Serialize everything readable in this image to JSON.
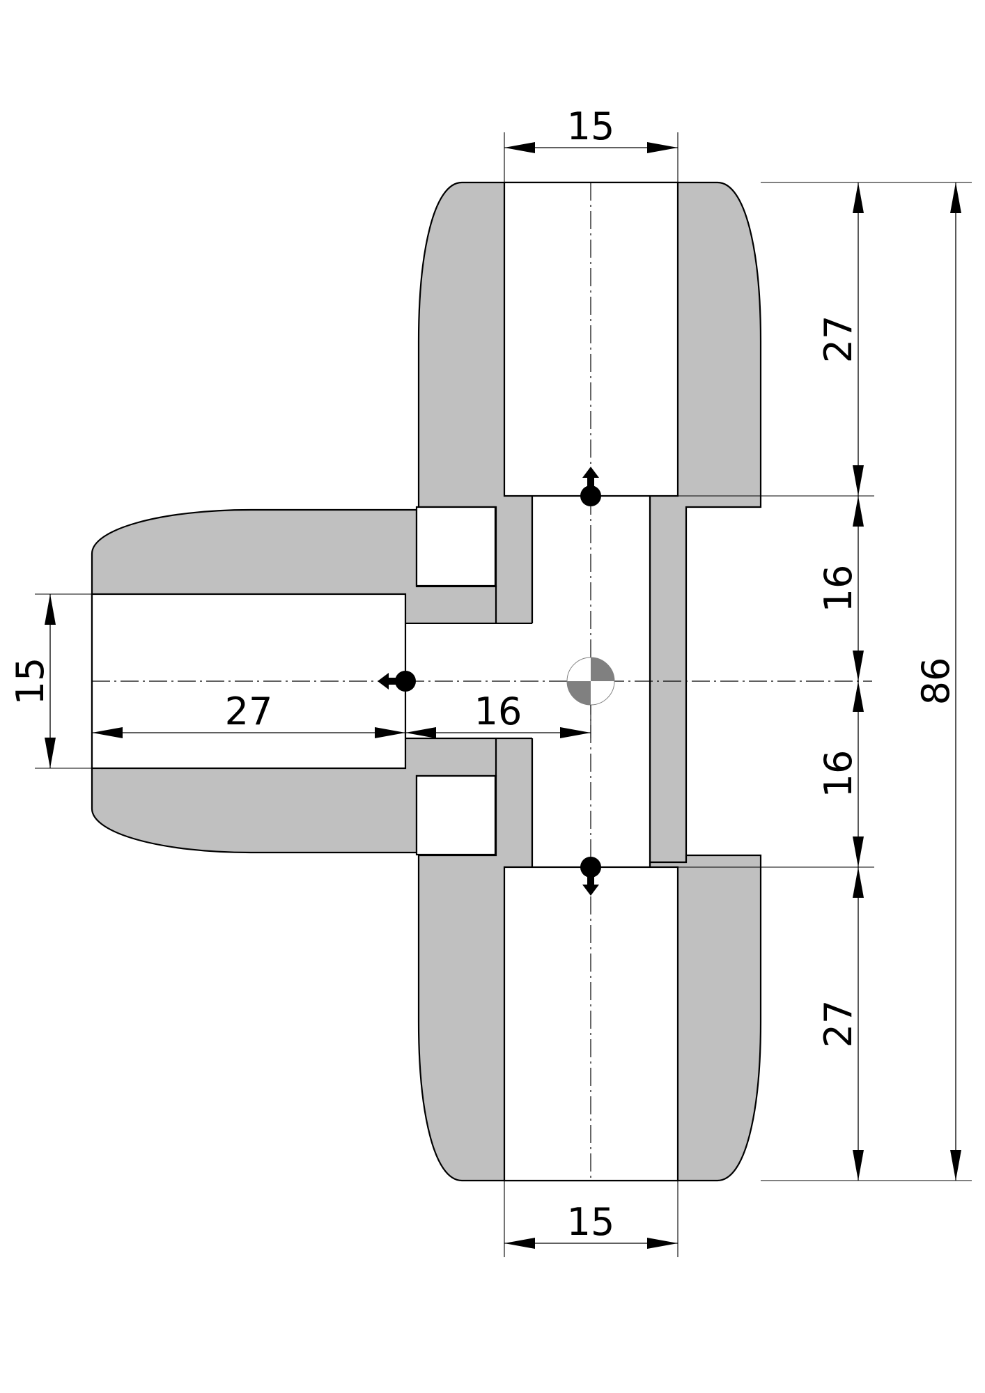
{
  "dimensions": {
    "top_bore_width": "15",
    "bottom_bore_width": "15",
    "left_bore_width": "15",
    "left_bore_depth": "27",
    "left_to_center": "16",
    "top_depth": "27",
    "top_to_center": "16",
    "center_to_bottom": "16",
    "bottom_depth": "27",
    "overall_height": "86"
  },
  "colors": {
    "body": "#c0c0c0",
    "bore": "#ffffff",
    "line": "#000000",
    "center_mark": "#808080"
  },
  "icons": {
    "port_top": "up-arrow-port-icon",
    "port_bottom": "down-arrow-port-icon",
    "port_left": "left-arrow-port-icon",
    "center": "center-mark-icon"
  }
}
